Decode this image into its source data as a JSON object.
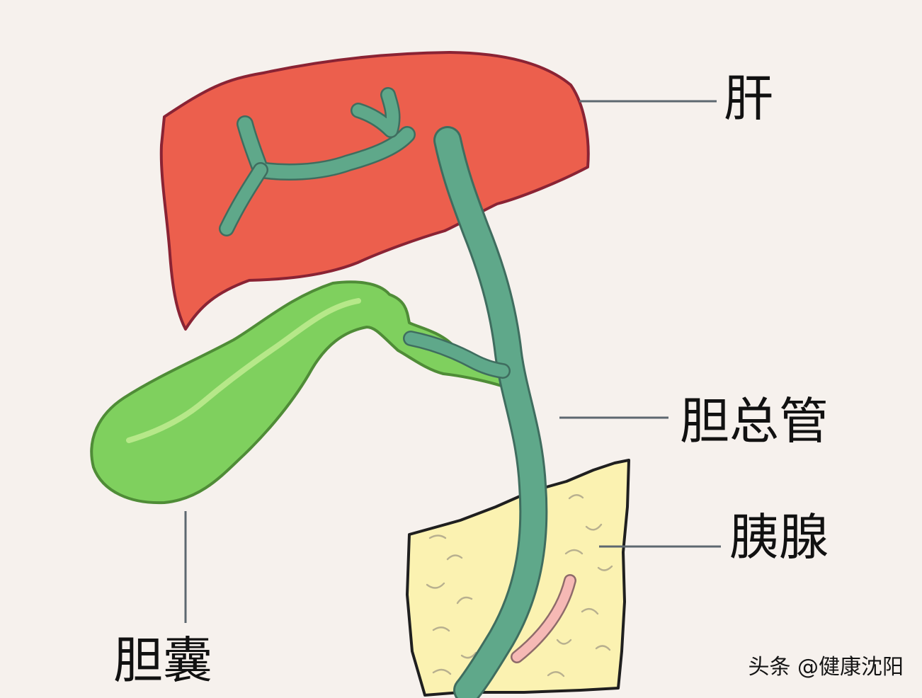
{
  "labels": {
    "liver": "肝",
    "common_bile_duct": "胆总管",
    "pancreas": "胰腺",
    "gallbladder": "胆囊"
  },
  "watermark": "头条 @健康沈阳",
  "colors": {
    "background": "#f6f1ed",
    "liver": "#ec5f4d",
    "liver_outline": "#8a2334",
    "bile_duct": "#5fa88a",
    "bile_duct_outline": "#3f6d5f",
    "gallbladder": "#7fd05e",
    "gallbladder_highlight": "#c8f098",
    "pancreas": "#fbf2b1",
    "pancreatic_duct": "#f6b9b5",
    "leader_line": "#5d6870"
  }
}
